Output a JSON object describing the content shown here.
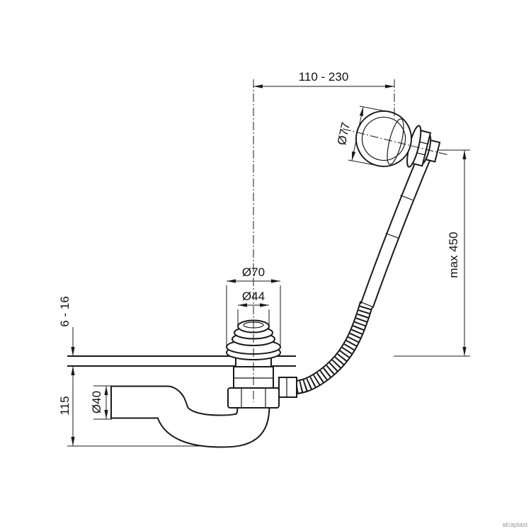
{
  "diagram": {
    "type": "technical-drawing",
    "subject": "bath drain and overflow siphon set, side view with dimensions",
    "colors": {
      "line": "#1a1a1a",
      "background": "#ffffff"
    },
    "dimensions": {
      "top_span": "110 - 230",
      "overflow_cap_diameter": "Ø77",
      "flange_diameter": "Ø70",
      "plug_diameter": "Ø44",
      "tub_wall_thickness": "6 - 16",
      "outlet_height": "115",
      "outlet_pipe_diameter": "Ø40",
      "max_hose_length": "max 450"
    },
    "watermark": "alcaplast"
  }
}
